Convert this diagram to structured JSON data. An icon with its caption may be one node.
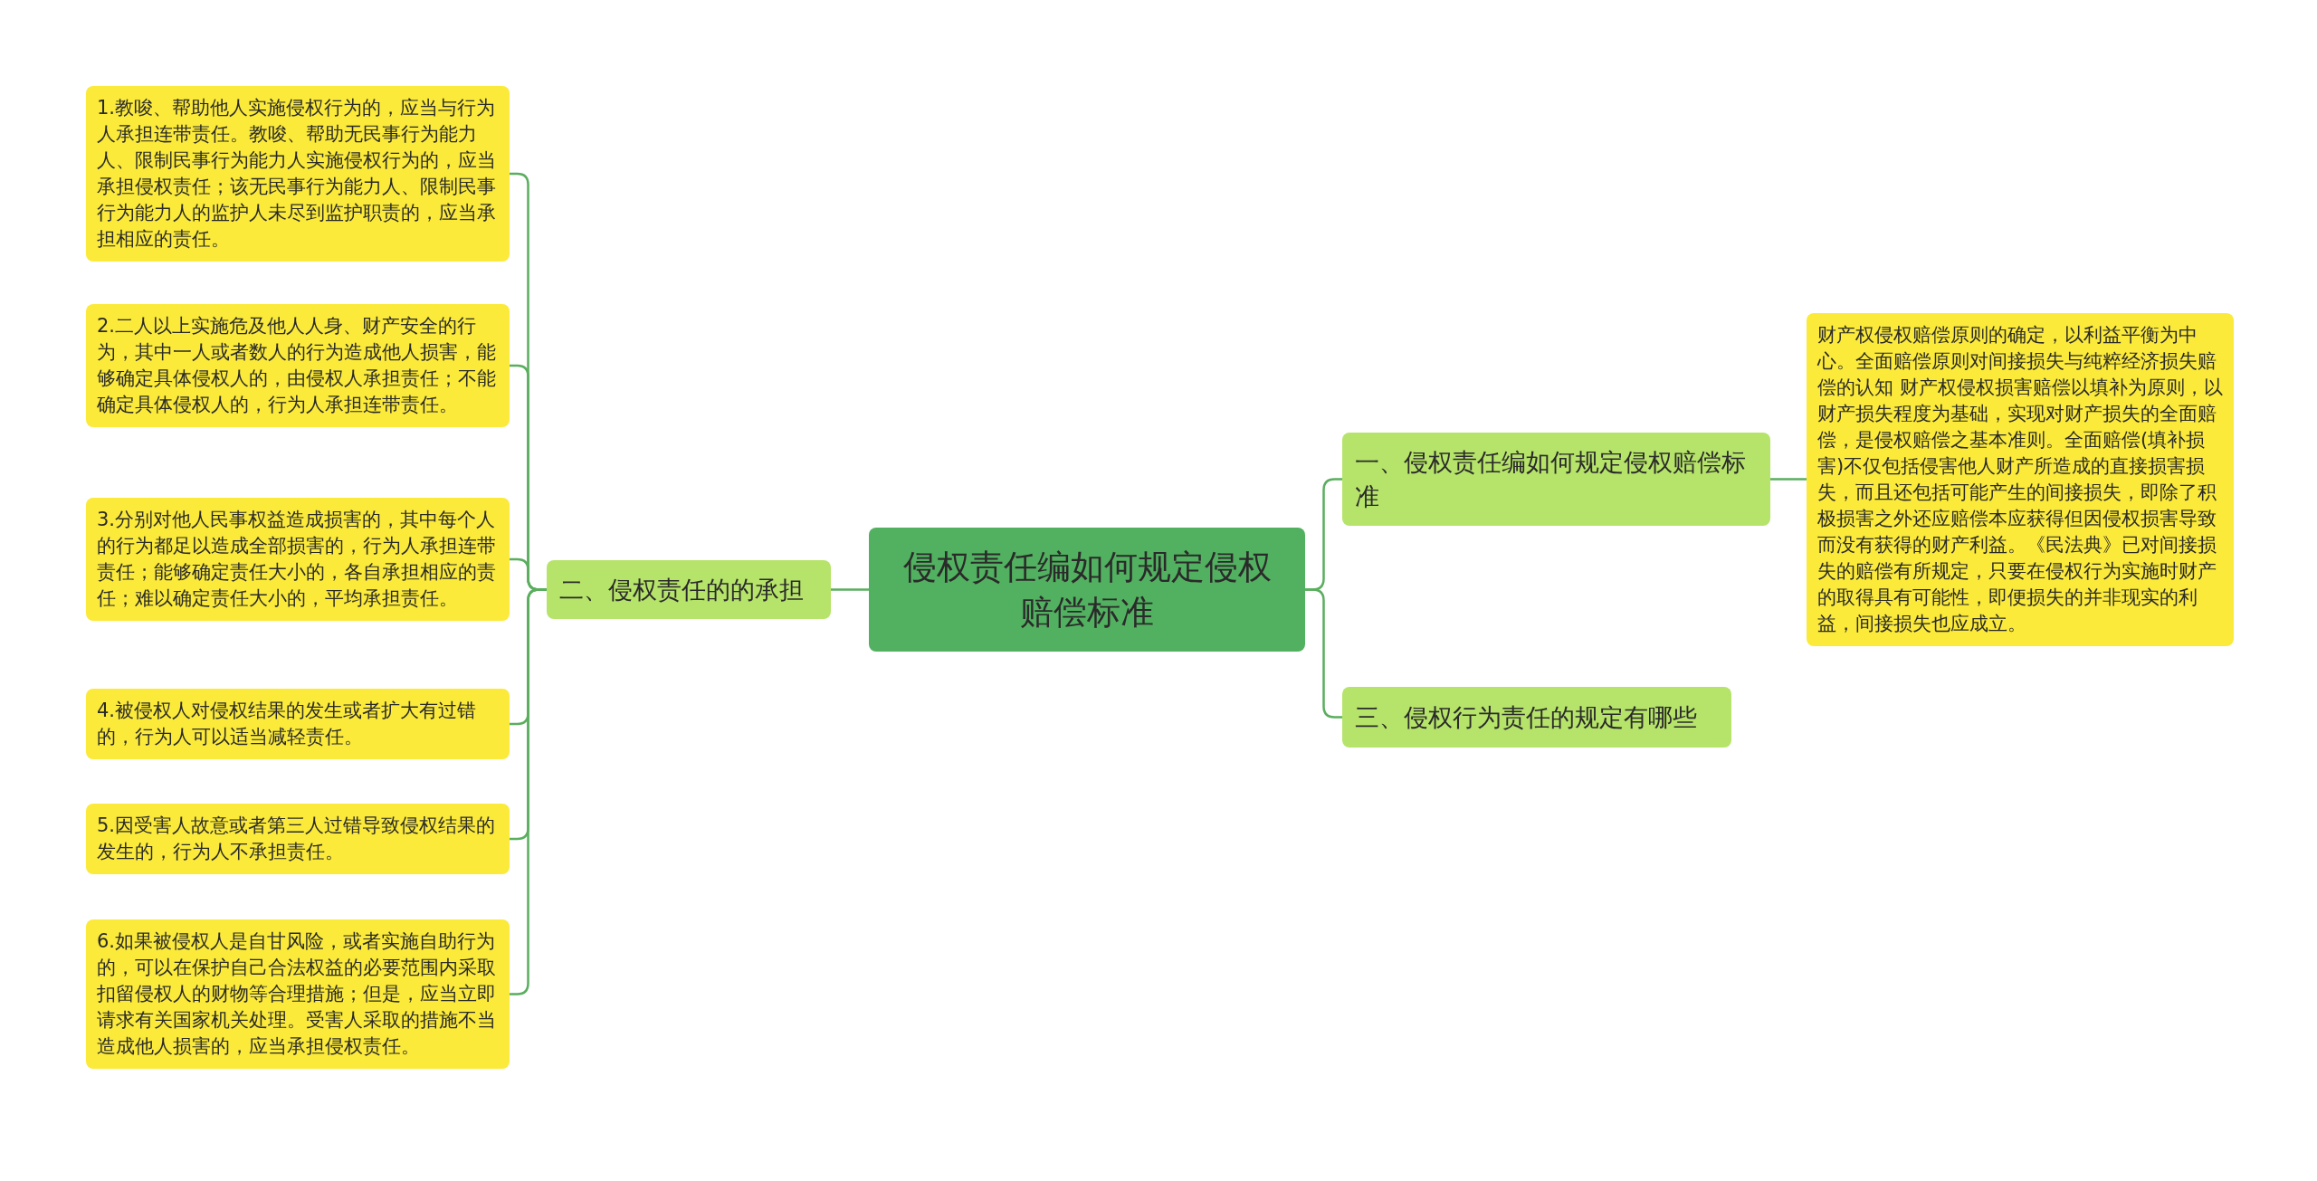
{
  "diagram": {
    "nodes": [
      {
        "text": [
          "侵权责任编如何规定侵权赔偿标准"
        ]
      },
      {
        "text": [
          "一、侵权责任编如何规定侵权赔偿标准"
        ]
      },
      {
        "text": [
          "财产权侵权赔偿原则的确定，以利益平衡为中心。全面赔偿原则对间接损失与纯粹经济损失赔偿的认知 财产权侵权损害赔偿以填补为原则，以财产损失程度为基础，实现对财产损失的全面赔偿，是侵权赔偿之基本准则。全面赔偿(填补损害)不仅包括侵害他人财产所造成的直接损害损失，而且还包括可能产生的间接损失，即除了积极损害之外还应赔偿本应获得但因侵权损害导致而没有获得的财产利益。《民法典》已对间接损失的赔偿有所规定，只要在侵权行为实施时财产的取得具有可能性，即便损失的并非现实的利益，间接损失也应成立。"
        ]
      },
      {
        "text": [
          "三、侵权行为责任的规定有哪些"
        ]
      },
      {
        "text": [
          "二、侵权责任的的承担"
        ]
      },
      {
        "text": [
          "1.教唆、帮助他人实施侵权行为的，应当与行为人承担连带责任。教唆、帮助无民事行为能力人、限制民事行为能力人实施侵权行为的，应当承担侵权责任；该无民事行为能力人、限制民事行为能力人的监护人未尽到监护职责的，应当承担相应的责任。"
        ]
      },
      {
        "text": [
          "2.二人以上实施危及他人人身、财产安全的行为，其中一人或者数人的行为造成他人损害，能够确定具体侵权人的，由侵权人承担责任；不能确定具体侵权人的，行为人承担连带责任。"
        ]
      },
      {
        "text": [
          "3.分别对他人民事权益造成损害的，其中每个人的行为都足以造成全部损害的，行为人承担连带责任；能够确定责任大小的，各自承担相应的责任；难以确定责任大小的，平均承担责任。"
        ]
      },
      {
        "text": [
          "4.被侵权人对侵权结果的发生或者扩大有过错的，行为人可以适当减轻责任。"
        ]
      },
      {
        "text": [
          "5.因受害人故意或者第三人过错导致侵权结果的发生的，行为人不承担责任。"
        ]
      },
      {
        "text": [
          "6.如果被侵权人是自甘风险，或者实施自助行为的，可以在保护自己合法权益的必要范围内采取扣留侵权人的财物等合理措施；但是，应当立即请求有关国家机关处理。受害人采取的措施不当造成他人损害的，应当承担侵权责任。"
        ]
      }
    ],
    "edges": [
      {
        "from": 0,
        "to": 1,
        "arrow": "none"
      },
      {
        "from": 1,
        "to": 2,
        "arrow": "none"
      },
      {
        "from": 0,
        "to": 3,
        "arrow": "none"
      },
      {
        "from": 0,
        "to": 4,
        "arrow": "none"
      },
      {
        "from": 4,
        "to": 5,
        "arrow": "none"
      },
      {
        "from": 4,
        "to": 6,
        "arrow": "none"
      },
      {
        "from": 4,
        "to": 7,
        "arrow": "none"
      },
      {
        "from": 4,
        "to": 8,
        "arrow": "none"
      },
      {
        "from": 4,
        "to": 9,
        "arrow": "none"
      },
      {
        "from": 4,
        "to": 10,
        "arrow": "none"
      }
    ]
  }
}
